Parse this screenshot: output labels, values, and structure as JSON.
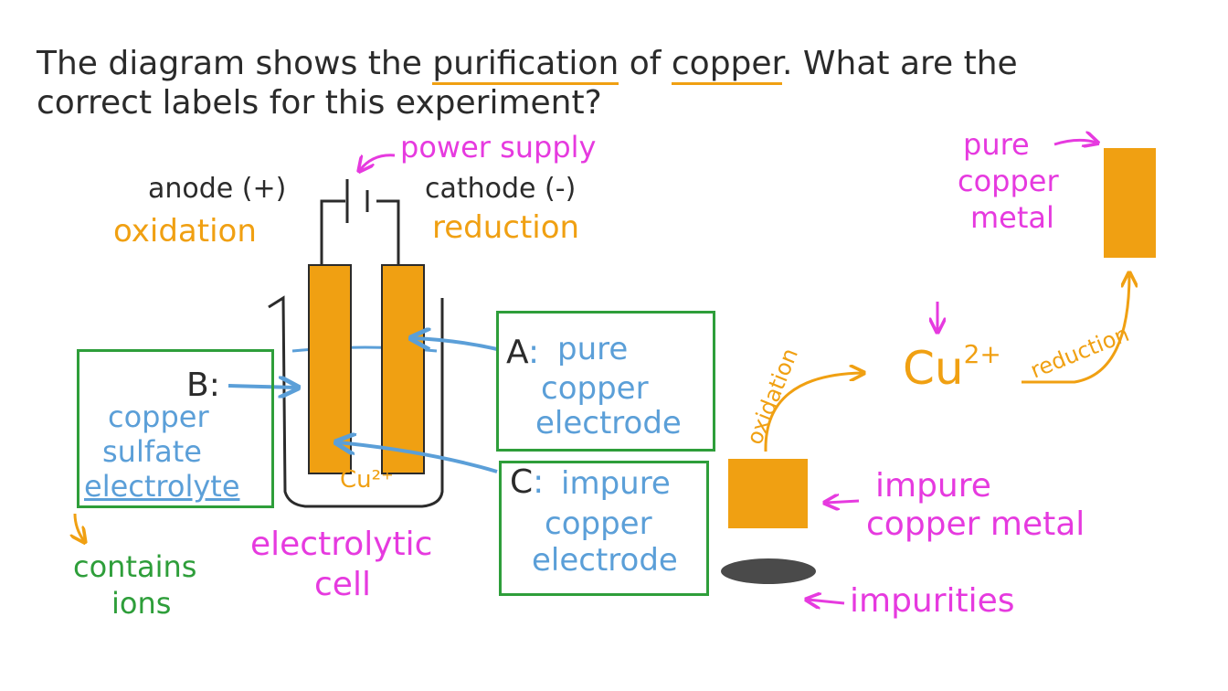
{
  "question": {
    "part1": "The diagram shows the ",
    "term1": "purification",
    "part2": " of ",
    "term2": "copper",
    "part3": ". What are the",
    "line2": "correct labels for this experiment?"
  },
  "circuit": {
    "power_supply": "power supply",
    "anode": "anode (+)",
    "cathode": "cathode (-)",
    "oxidation": "oxidation",
    "reduction": "reduction"
  },
  "labels": {
    "a_letter": "A",
    "a_text_1": "pure",
    "a_text_2": "copper",
    "a_text_3": "electrode",
    "b_letter": "B:",
    "b_text_1": "copper",
    "b_text_2": "sulfate",
    "b_text_3": "electrolyte",
    "c_letter": "C",
    "c_text_1": "impure",
    "c_text_2": "copper",
    "c_text_3": "electrode",
    "contains_1": "contains",
    "contains_2": "ions",
    "cell_1": "electrolytic",
    "cell_2": "cell",
    "cu_ion_small": "Cu²⁺"
  },
  "process": {
    "pure_1": "pure",
    "pure_2": "copper",
    "pure_3": "metal",
    "cu_ion": "Cu",
    "cu_charge": "2+",
    "oxidation": "oxidation",
    "reduction": "reduction",
    "impure_1": "impure",
    "impure_2": "copper metal",
    "impurities": "impurities"
  },
  "colors": {
    "copper": "#f0a012",
    "label_magenta": "#e63adf",
    "answer_blue": "#5b9fd8",
    "box_green": "#2e9e3a",
    "impurities": "#4a4a4a"
  }
}
